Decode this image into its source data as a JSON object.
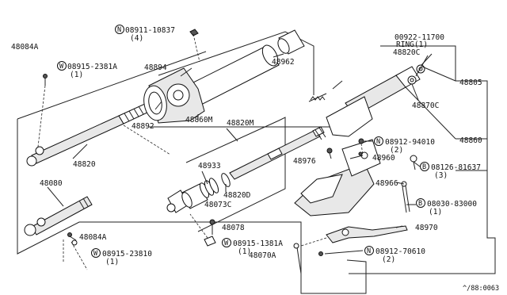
{
  "parts": {
    "p48084a_top": "48084A",
    "w08915_2381a": "08915-2381A",
    "w08915_2381a_qty": "(1)",
    "n08911_10837": "08911-10837",
    "n08911_10837_qty": "(4)",
    "p48894": "48894",
    "p48962": "48962",
    "p48892": "48892",
    "p48860m": "48860M",
    "p48820": "48820",
    "p48080": "48080",
    "p48084a_bot": "48084A",
    "w08915_23810": "08915-23810",
    "w08915_23810_qty": "(1)",
    "p48820m": "48820M",
    "p48933": "48933",
    "p48820d": "48820D",
    "p48073c": "48073C",
    "p48078": "48078",
    "w08915_1381a": "08915-1381A",
    "w08915_1381a_qty": "(1)",
    "p48070a": "48070A",
    "p00922_11700": "00922-11700",
    "ring_qty": "RING(1)",
    "p48820c": "48820C",
    "p48870c": "48870C",
    "p48805": "48805",
    "p48860": "48860",
    "n08912_94010": "08912-94010",
    "n08912_94010_qty": "(2)",
    "p48976": "48976",
    "p48960": "48960",
    "b08126_81637": "08126-81637",
    "b08126_81637_qty": "(3)",
    "p48966": "48966",
    "b08030_83000": "08030-83000",
    "b08030_83000_qty": "(1)",
    "p48970": "48970",
    "n08912_70610": "08912-70610",
    "n08912_70610_qty": "(2)",
    "footer_code": "^/88:0063"
  },
  "symbols": {
    "N": "N",
    "W": "W",
    "B": "B"
  }
}
